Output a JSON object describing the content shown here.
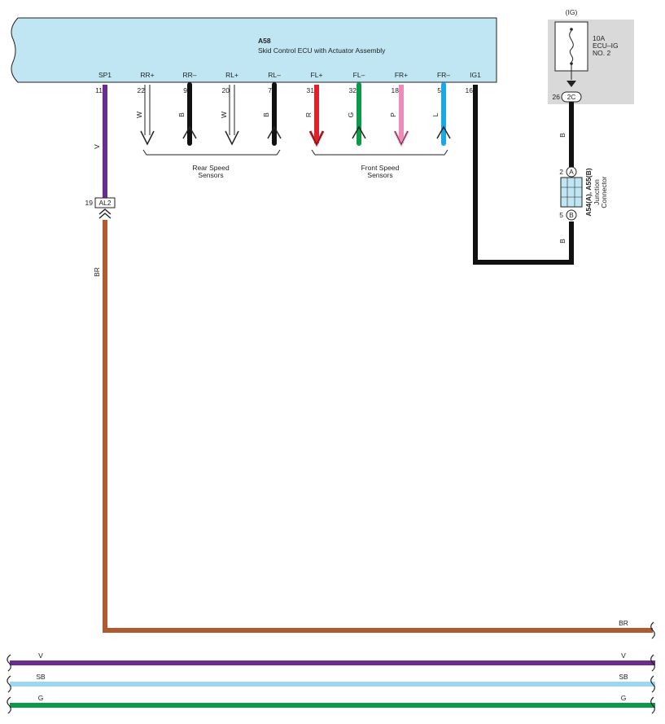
{
  "ecu": {
    "code": "A58",
    "name": "Skid Control ECU with Actuator Assembly",
    "bg_color": "#bfe6f2",
    "pins": [
      {
        "name": "SP1",
        "number": "11",
        "wire": "V"
      },
      {
        "name": "RR+",
        "number": "22",
        "wire": "W"
      },
      {
        "name": "RR–",
        "number": "9",
        "wire": "B"
      },
      {
        "name": "RL+",
        "number": "20",
        "wire": "W"
      },
      {
        "name": "RL–",
        "number": "7",
        "wire": "B"
      },
      {
        "name": "FL+",
        "number": "31",
        "wire": "R"
      },
      {
        "name": "FL–",
        "number": "32",
        "wire": "G"
      },
      {
        "name": "FR+",
        "number": "18",
        "wire": "P"
      },
      {
        "name": "FR–",
        "number": "5",
        "wire": "L"
      },
      {
        "name": "IG1",
        "number": "16",
        "wire": "B"
      }
    ]
  },
  "sensor_groups": {
    "rear": "Rear Speed\nSensors",
    "front": "Front Speed\nSensors"
  },
  "fuse": {
    "header": "(IG)",
    "text": "10A\nECU–IG\nNO. 2",
    "pin_number": "26",
    "connector": "2C",
    "wire": "B",
    "panel_color": "#d9d9d9"
  },
  "junction": {
    "code": "A54(A), A55(B)",
    "name": "Junction\nConnector",
    "top_pin": "2",
    "top_letter": "A",
    "bottom_pin": "5",
    "bottom_letter": "B",
    "wire_below": "B",
    "fill": "#bfe6f2"
  },
  "connector_al2": {
    "pin": "19",
    "label": "AL2",
    "wire": "BR"
  },
  "wire_colors": {
    "V": "#6b2c8f",
    "W": "#ffffff",
    "B": "#111111",
    "R": "#e0202a",
    "G": "#0a9a4a",
    "P": "#ef8bb8",
    "L": "#1aa8e0",
    "BR": "#b05a30",
    "SB": "#9ad8f2"
  },
  "bus": [
    {
      "label": "BR"
    },
    {
      "label": "V"
    },
    {
      "label": "SB"
    },
    {
      "label": "G"
    }
  ]
}
